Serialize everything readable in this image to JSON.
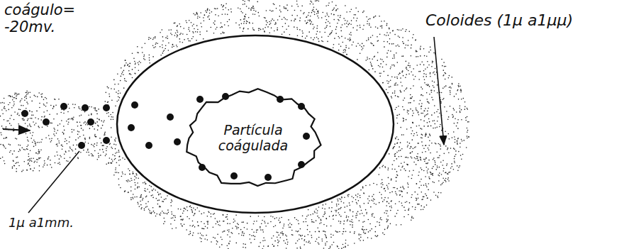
{
  "diagram": {
    "nodes": [
      {
        "text": [
          "Partícula coágulada"
        ]
      }
    ],
    "labels": [
      "coágulo= -20mv.",
      "Coloides (1µ a1µµ)",
      "1µ a1mm."
    ]
  }
}
